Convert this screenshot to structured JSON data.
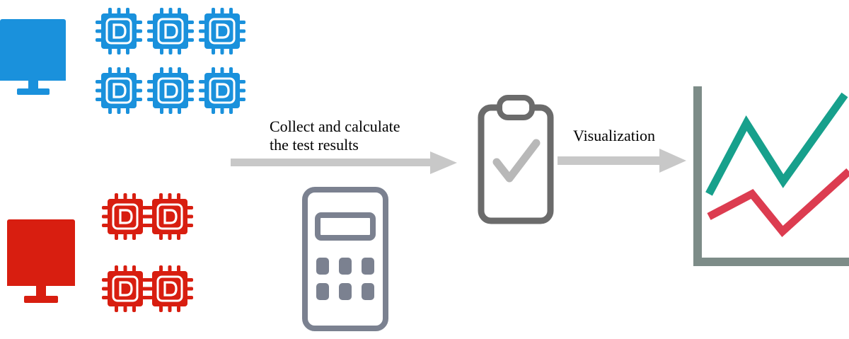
{
  "labels": {
    "collect_line1": "Collect and calculate",
    "collect_line2": "the test results",
    "visualization": "Visualization"
  },
  "colors": {
    "blue": "#1a91dc",
    "red": "#d81e10",
    "arrow": "#c8c8c8",
    "calculator": "#7b8190",
    "clipboard": "#6b6b6b",
    "check": "#b8b8b8",
    "axes": "#7d8c88",
    "teal_line": "#17a08c",
    "red_line": "#dc3c50"
  },
  "icons": {
    "blue_monitor": "monitor-icon",
    "red_monitor": "monitor-icon",
    "chip": "chip-icon",
    "calculator": "calculator-icon",
    "clipboard": "clipboard-check-icon",
    "chart": "line-chart-icon"
  }
}
